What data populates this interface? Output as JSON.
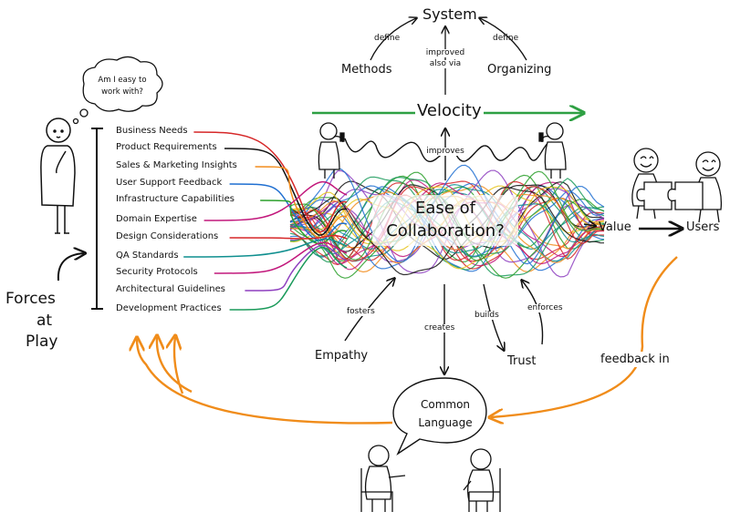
{
  "thought": {
    "line1": "Am I easy to",
    "line2": "work with?"
  },
  "forces": [
    {
      "label": "Business Needs",
      "color": "#d62728"
    },
    {
      "label": "Product Requirements",
      "color": "#111111"
    },
    {
      "label": "Sales & Marketing Insights",
      "color": "#f28c1c"
    },
    {
      "label": "User Support Feedback",
      "color": "#1f6fd1"
    },
    {
      "label": "Infrastructure Capabilities",
      "color": "#2ca02c"
    },
    {
      "label": "Domain Expertise",
      "color": "#c2187c"
    },
    {
      "label": "Design Considerations",
      "color": "#d62728"
    },
    {
      "label": "QA Standards",
      "color": "#0f8f8f"
    },
    {
      "label": "Security Protocols",
      "color": "#c2187c"
    },
    {
      "label": "Architectural Guidelines",
      "color": "#8e3fbf"
    },
    {
      "label": "Development Practices",
      "color": "#1a9a5a"
    }
  ],
  "forces_title": {
    "line1": "Forces",
    "line2": "at",
    "line3": "Play"
  },
  "system": {
    "title": "System",
    "methods": "Methods",
    "organizing": "Organizing",
    "define_left": "define",
    "define_right": "define",
    "improved_line1": "improved",
    "improved_line2": "also via"
  },
  "velocity": "Velocity",
  "improves": "improves",
  "center": {
    "line1": "Ease of",
    "line2": "Collaboration?"
  },
  "value": "Value",
  "users": "Users",
  "outcomes": {
    "fosters": "fosters",
    "creates": "creates",
    "builds": "builds",
    "enforces": "enforces",
    "empathy": "Empathy",
    "trust": "Trust"
  },
  "feedback": "feedback in",
  "common_language": {
    "line1": "Common",
    "line2": "Language"
  },
  "colors": {
    "velocity_arrow": "#2ea043",
    "feedback_arrows": "#f08c1a",
    "scribble": [
      "#d62728",
      "#f28c1c",
      "#1f6fd1",
      "#2ca02c",
      "#c2187c",
      "#8e3fbf",
      "#0f8f8f",
      "#111111",
      "#e6c31a",
      "#1a9a5a"
    ]
  }
}
